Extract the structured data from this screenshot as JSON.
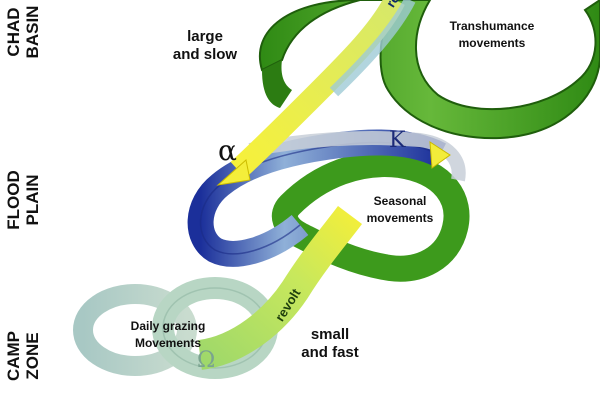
{
  "zones": {
    "chad": [
      "CHAD",
      "BASIN"
    ],
    "flood": [
      "FLOOD",
      "PLAIN"
    ],
    "camp": [
      "CAMP",
      "ZONE"
    ]
  },
  "annotations": {
    "large_slow": [
      "large",
      "and slow"
    ],
    "small_fast": [
      "small",
      "and fast"
    ],
    "transhumance": [
      "Transhumance",
      "movements"
    ],
    "seasonal": [
      "Seasonal",
      "movements"
    ],
    "daily": [
      "Daily grazing",
      "Movements"
    ]
  },
  "arrow_labels": {
    "top": "revolt",
    "middle": "revolt"
  },
  "symbols": {
    "alpha": "α",
    "kappa": "K",
    "omega": "Ω"
  },
  "colors": {
    "green": "#3d9a1c",
    "light_green": "#8ccf5a",
    "blue": "#1f3fb8",
    "grey_band": "#cfd6de",
    "yellow": "#f4ee3a",
    "pale_teal": "#a9c7c2"
  }
}
